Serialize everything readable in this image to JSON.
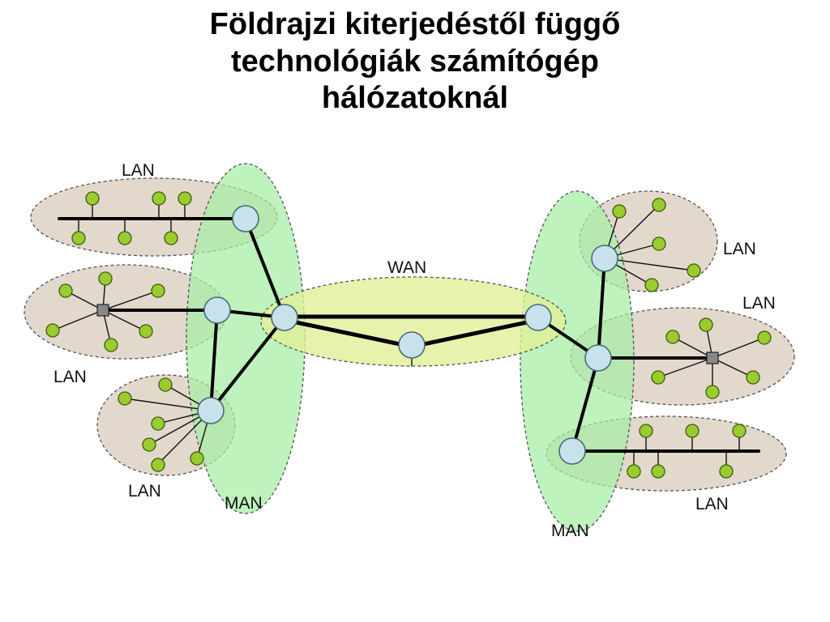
{
  "title": {
    "line1": "Földrajzi kiterjedéstől függő",
    "line2": "technológiák számítógép",
    "line3": "hálózatoknál"
  },
  "labels": {
    "lan_top_left": "LAN",
    "lan_mid_left": "LAN",
    "lan_bottom_left": "LAN",
    "man_left": "MAN",
    "wan": "WAN",
    "lan_top_right": "LAN",
    "lan_mid_right": "LAN",
    "lan_bottom_right": "LAN",
    "man_right": "MAN"
  },
  "colors": {
    "lan_fill": "#e2d8cc",
    "man_fill": "#b8f0b8",
    "wan_fill": "#e6f2b0",
    "router_fill": "#c8e2ec",
    "host_fill": "#9acc2e",
    "switch_fill": "#888888"
  }
}
